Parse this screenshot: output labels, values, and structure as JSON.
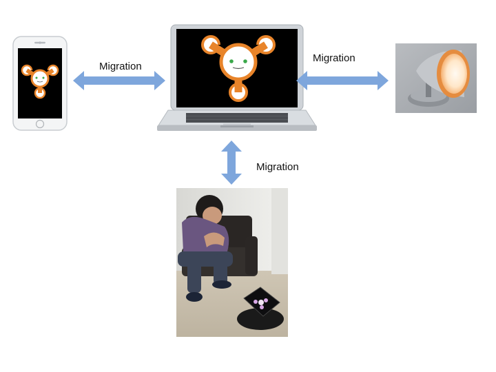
{
  "diagram": {
    "labels": {
      "left": "Migration",
      "right": "Migration",
      "down": "Migration"
    },
    "colors": {
      "arrow": "#7ea6dc",
      "agent_ring": "#e8842a",
      "agent_face": "#ffffff",
      "agent_eye": "#3aa84a",
      "screen": "#000000",
      "device_silver": "#cfd3d8"
    },
    "nodes": [
      {
        "name": "smartphone",
        "icon": "smartphone-with-agent"
      },
      {
        "name": "laptop",
        "icon": "laptop-with-agent"
      },
      {
        "name": "lamp",
        "icon": "desk-lamp-photo"
      },
      {
        "name": "robot-scene",
        "icon": "person-with-robot-photo"
      }
    ]
  }
}
